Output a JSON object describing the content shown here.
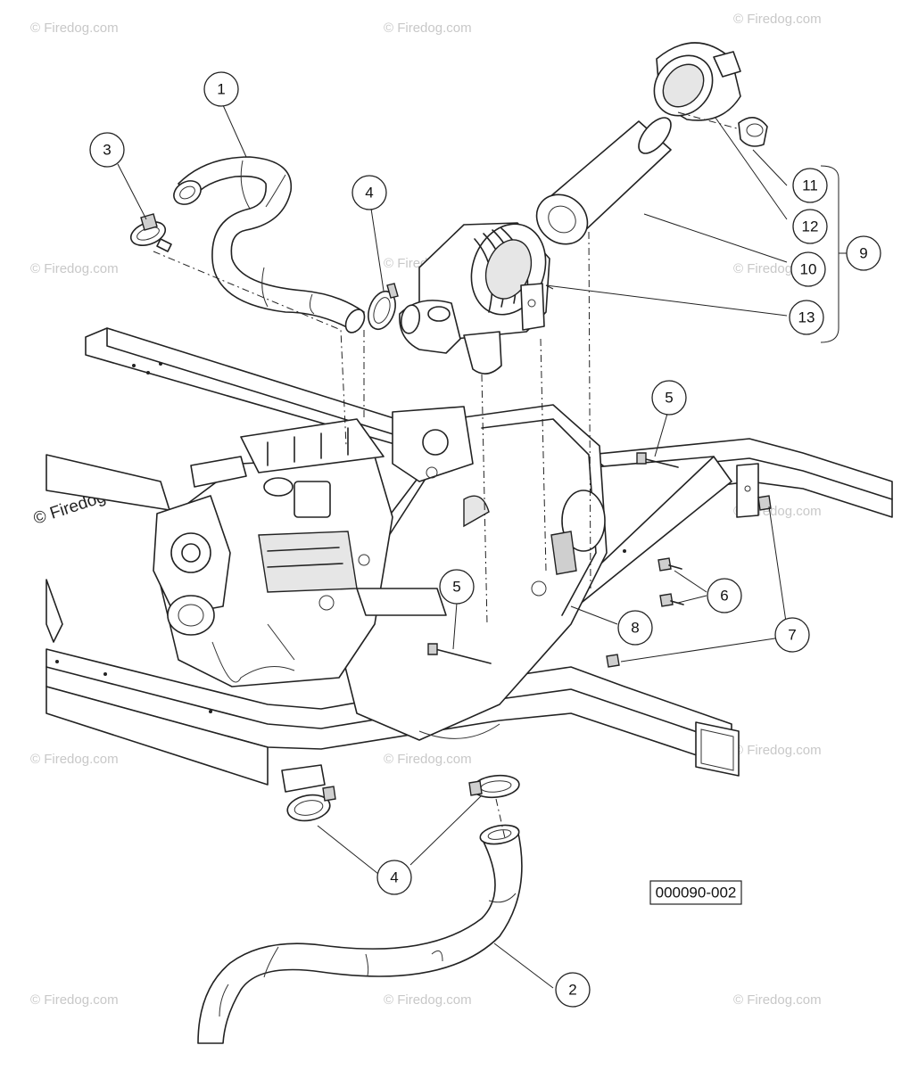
{
  "callouts": {
    "c1": "1",
    "c2": "2",
    "c3": "3",
    "c4a": "4",
    "c4b": "4",
    "c5a": "5",
    "c5b": "5",
    "c6": "6",
    "c7": "7",
    "c8": "8",
    "c9": "9",
    "c10": "10",
    "c11": "11",
    "c12": "12",
    "c13": "13"
  },
  "drawing_code": "000090-002",
  "watermark": {
    "text": "© Firedog.com",
    "brand": "Firedog.com",
    "copyright": "©"
  }
}
